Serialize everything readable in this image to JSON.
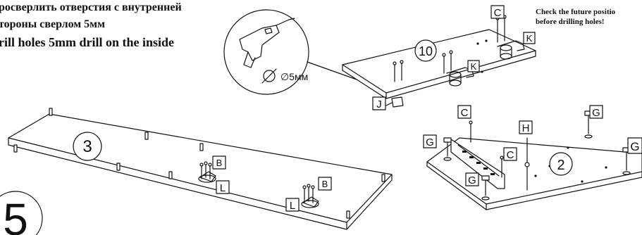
{
  "instructions": {
    "line_ru_1": "росверлить отверстия с внутренней",
    "line_ru_2": "тороны сверлом 5мм",
    "line_en": "rill holes 5mm drill on the inside"
  },
  "warning": {
    "line1": "Check the future positio",
    "line2": "before drilling holes!"
  },
  "drill_callout": {
    "diameter": "∅5мм"
  },
  "step": {
    "number": "5"
  },
  "panels": {
    "panel_3": "3",
    "panel_10": "10",
    "panel_2": "2"
  },
  "parts": {
    "B": "B",
    "C": "C",
    "G": "G",
    "H": "H",
    "J": "J",
    "K": "K",
    "L": "L"
  }
}
